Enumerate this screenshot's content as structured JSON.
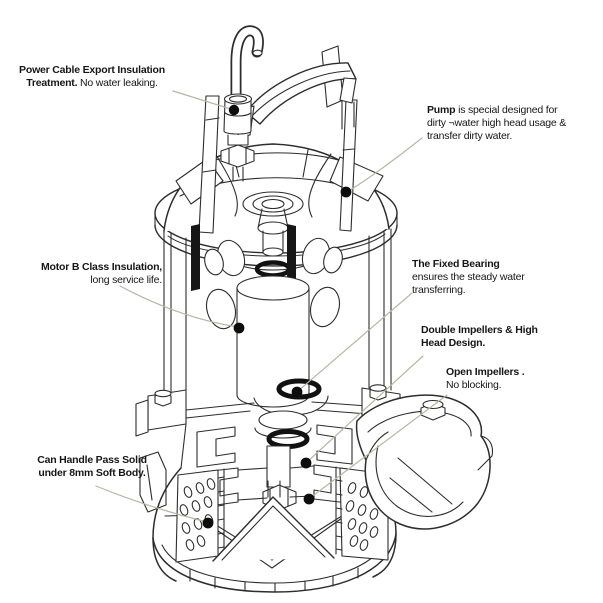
{
  "figure": {
    "subject": "submersible-dirty-water-pump-cutaway-diagram",
    "background_color": "#ffffff",
    "line_color": "#2d2d2d",
    "leader_color": "#b4b8a5",
    "dot_color": "#0d0d0d"
  },
  "labels": {
    "power_cable": {
      "l1_bold": "Power Cable Export Insulation",
      "l2_bold": "Treatment.",
      "l2_regular": "No water leaking."
    },
    "pump": {
      "l1_bold": "Pump",
      "l1_regular": "is special designed for",
      "l2_regular": "dirty ¬water high head usage &",
      "l3_regular": "transfer dirty water."
    },
    "motor": {
      "l1_bold": "Motor B Class Insulation,",
      "l2_regular": "long service life."
    },
    "fixed_bearing": {
      "l1_bold": "The Fixed Bearing",
      "l2_regular": "ensures the steady water",
      "l3_regular": "transferring."
    },
    "double_impellers": {
      "l1_bold": "Double Impellers & High",
      "l2_bold": "Head Design."
    },
    "open_impellers": {
      "l1_bold": "Open Impellers .",
      "l2_regular": "No blocking."
    },
    "solids": {
      "l1_bold": "Can Handle Pass Solid",
      "l2_bold": "under 8mm Soft Body."
    }
  }
}
